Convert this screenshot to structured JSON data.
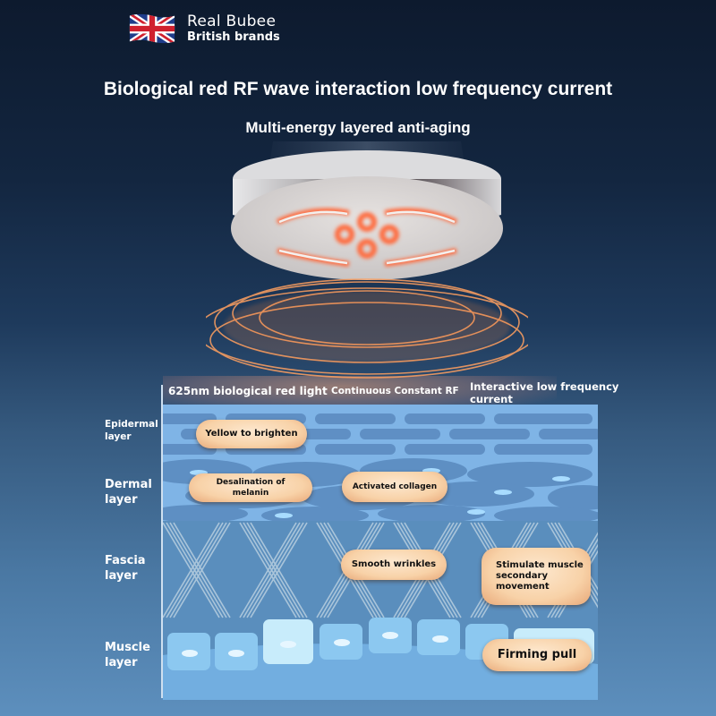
{
  "brand": {
    "name": "Real Bubee",
    "tagline": "British brands",
    "flag_icon": "union-jack-flag"
  },
  "headline": {
    "title": "Biological red RF wave interaction low frequency current",
    "subtitle": "Multi-energy layered anti-aging"
  },
  "columns": [
    {
      "label": "625nm biological red light"
    },
    {
      "label": "Continuous Constant RF"
    },
    {
      "label": "Interactive low frequency current"
    }
  ],
  "layers": [
    {
      "label": "Epidermal layer"
    },
    {
      "label": "Dermal layer"
    },
    {
      "label": "Fascia layer"
    },
    {
      "label": "Muscle layer"
    }
  ],
  "effects": [
    {
      "label": "Yellow to brighten"
    },
    {
      "label": "Desalination of melanin"
    },
    {
      "label": "Activated collagen"
    },
    {
      "label": "Smooth wrinkles"
    },
    {
      "label": "Stimulate muscle secondary movement"
    },
    {
      "label": "Firming pull"
    }
  ],
  "colors": {
    "background_top": "#0d1a2e",
    "background_bottom": "#5d8fbd",
    "pill": "#f8d2a8",
    "glow": "#ff7a3c",
    "skin_blue": "#6aa3d8"
  }
}
